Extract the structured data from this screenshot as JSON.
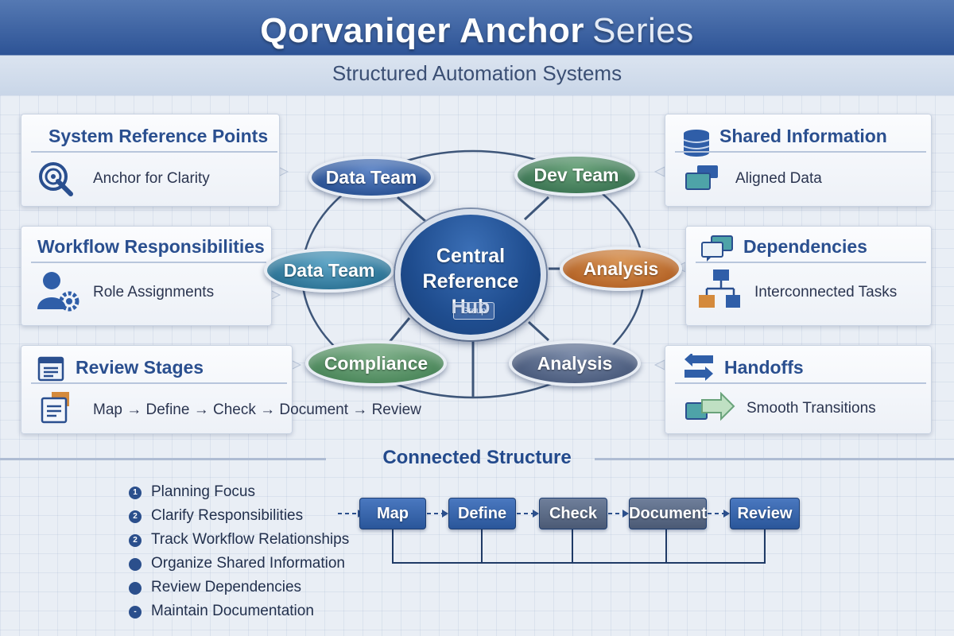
{
  "header": {
    "title_main": "Qorvaniqer Anchor",
    "title_light": "Series",
    "subtitle": "Structured Automation Systems"
  },
  "cards": {
    "reference_points": {
      "title": "System Reference Points",
      "text": "Anchor for Clarity",
      "icon": "target-search-icon"
    },
    "workflow": {
      "title": "Workflow Responsibilities",
      "text": "Role Assignments",
      "icon": "user-gear-icon"
    },
    "review": {
      "title": "Review Stages",
      "text": "Map → Define → Check → Document → Review",
      "icon": "document-list-icon"
    },
    "shared": {
      "title": "Shared Information",
      "text": "Aligned Data",
      "icon": "database-icon"
    },
    "dependencies": {
      "title": "Dependencies",
      "text": "Interconnected Tasks",
      "icon": "connected-boxes-icon"
    },
    "handoffs": {
      "title": "Handoffs",
      "text": "Smooth Transitions",
      "icon": "transfer-arrows-icon"
    }
  },
  "hub": {
    "label_line1": "Central",
    "label_line2": "Reference Hub",
    "badge": "Group",
    "nodes": {
      "top_left": "Data Team",
      "top_right": "Dev Team",
      "mid_left": "Data Team",
      "mid_right": "Analysis",
      "bottom_left": "Compliance",
      "bottom_right": "Analysis"
    }
  },
  "bottom": {
    "section_title": "Connected Structure",
    "focus_items": [
      {
        "bullet": "1",
        "label": "Planning Focus"
      },
      {
        "bullet": "2",
        "label": "Clarify Responsibilities"
      },
      {
        "bullet": "2",
        "label": "Track Workflow Relationships"
      },
      {
        "bullet": "",
        "label": "Organize Shared Information"
      },
      {
        "bullet": "",
        "label": "Review Dependencies"
      },
      {
        "bullet": "-",
        "label": "Maintain Documentation"
      }
    ],
    "steps": [
      "Map",
      "Define",
      "Check",
      "Document",
      "Review"
    ]
  },
  "colors": {
    "header_blue": "#2f5597",
    "accent_blue": "#2a4f8f",
    "dev_green": "#3f7856",
    "analysis_orange": "#b7672a"
  }
}
